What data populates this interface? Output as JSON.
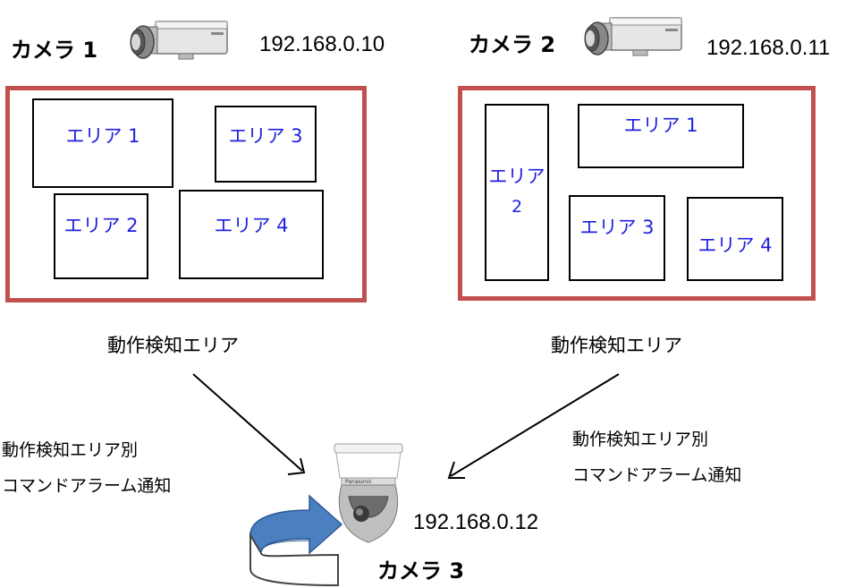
{
  "camera1": {
    "label": "カメラ 1",
    "ip": "192.168.0.10",
    "areas": [
      "エリア 1",
      "エリア 3",
      "エリア 2",
      "エリア 4"
    ],
    "caption": "動作検知エリア"
  },
  "camera2": {
    "label": "カメラ 2",
    "ip": "192.168.0.11",
    "area2_line1": "エリア",
    "area2_line2": "2",
    "areas": [
      "エリア 1",
      "エリア 3",
      "エリア 4"
    ],
    "caption": "動作検知エリア"
  },
  "camera3": {
    "label": "カメラ 3",
    "ip": "192.168.0.12"
  },
  "notes": {
    "left_line1": "動作検知エリア別",
    "left_line2": "コマンドアラーム通知",
    "right_line1": "動作検知エリア別",
    "right_line2": "コマンドアラーム通知"
  },
  "colors": {
    "frame": "#c0504d",
    "area_text": "#1f1fe0",
    "arrow_fill": "#4a7fc0"
  },
  "icons": [
    "box-camera-icon",
    "ptz-dome-camera-icon",
    "rotation-arrow-icon"
  ]
}
